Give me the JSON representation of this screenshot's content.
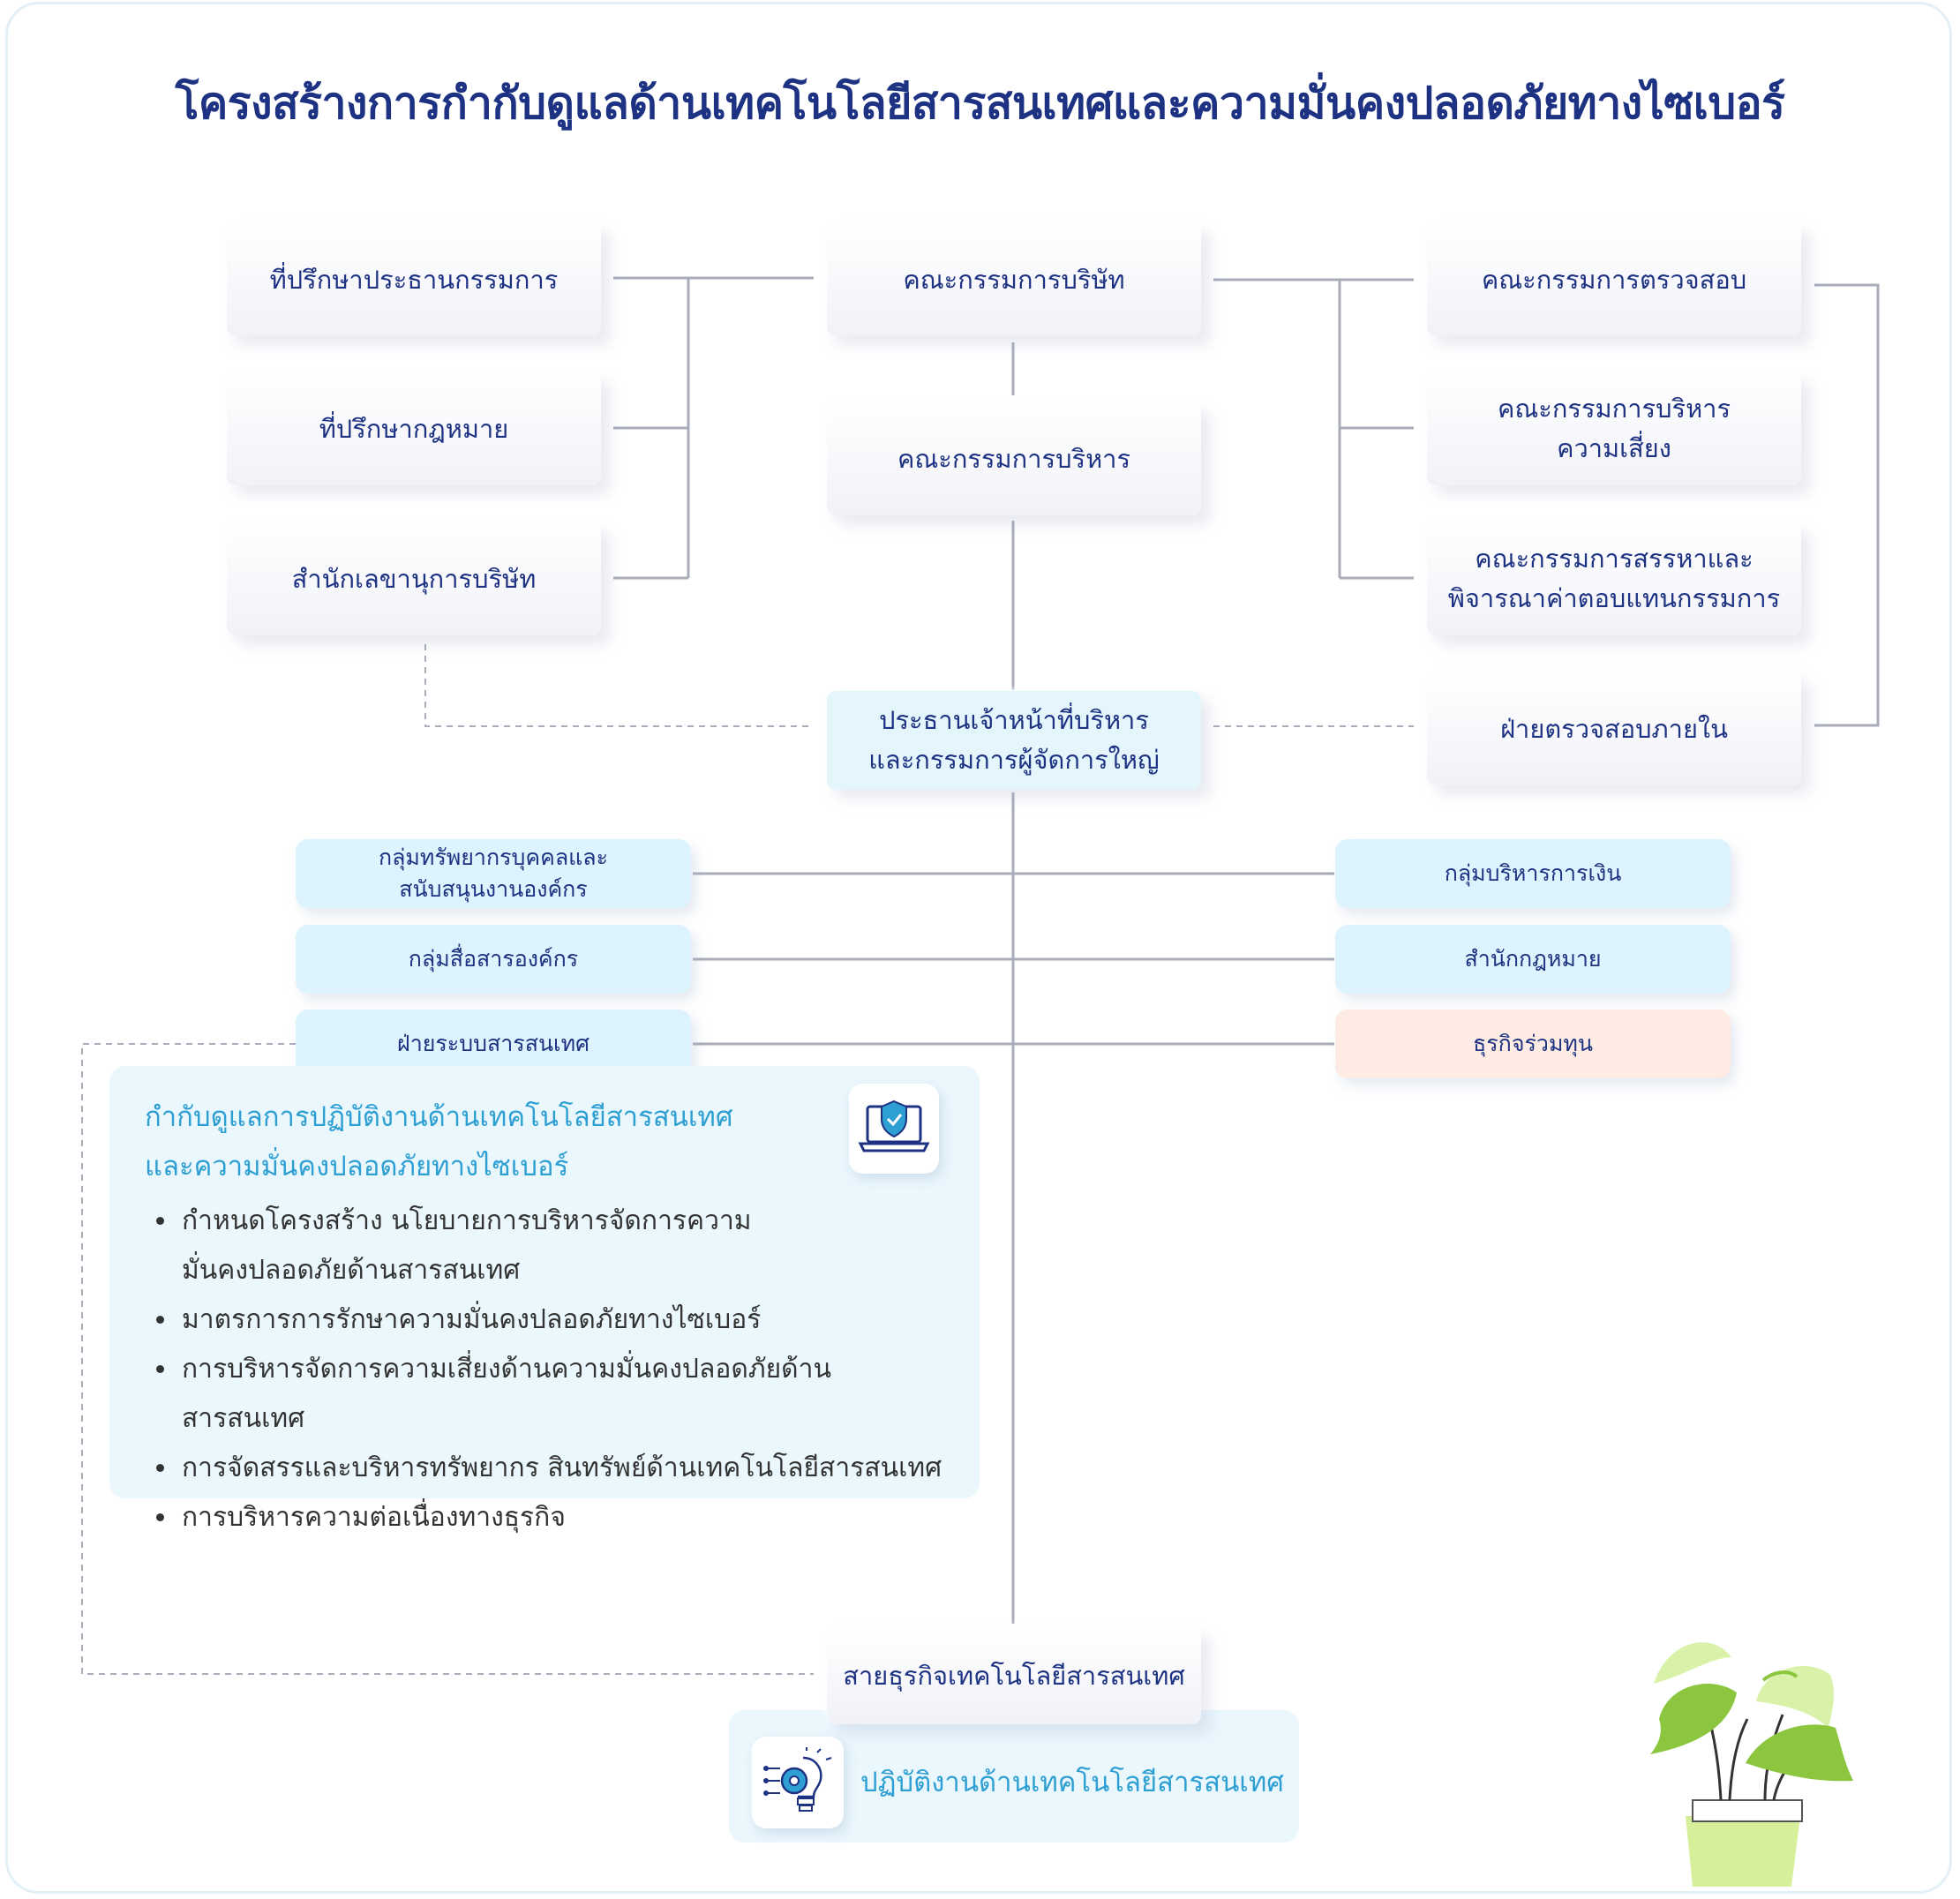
{
  "title": "โครงสร้างการกำกับดูแลด้านเทคโนโลยีสารสนเทศและความมั่นคงปลอดภัยทางไซเบอร์",
  "board_advisors": [
    "ที่ปรึกษาประธานกรรมการ",
    "ที่ปรึกษากฎหมาย",
    "สำนักเลขานุการบริษัท"
  ],
  "center": {
    "board": "คณะกรรมการบริษัท",
    "executive_committee": "คณะกรรมการบริหาร",
    "ceo_line1": "ประธานเจ้าหน้าที่บริหาร",
    "ceo_line2": "และกรรมการผู้จัดการใหญ่",
    "it_business": "สายธุรกิจเทคโนโลยีสารสนเทศ"
  },
  "committees": {
    "audit": "คณะกรรมการตรวจสอบ",
    "risk_line1": "คณะกรรมการบริหาร",
    "risk_line2": "ความเสี่ยง",
    "nomination_line1": "คณะกรรมการสรรหาและ",
    "nomination_line2": "พิจารณาค่าตอบแทนกรรมการ",
    "internal_audit": "ฝ่ายตรวจสอบภายใน"
  },
  "left_groups": {
    "hr_line1": "กลุ่มทรัพยากรบุคคลและ",
    "hr_line2": "สนับสนุนงานองค์กร",
    "comm": "กลุ่มสื่อสารองค์กร",
    "it_dept": "ฝ่ายระบบสารสนเทศ"
  },
  "right_groups": {
    "finance": "กลุ่มบริหารการเงิน",
    "legal": "สำนักกฎหมาย",
    "jv": "ธุรกิจร่วมทุน"
  },
  "panel": {
    "title_line1": "กำกับดูแลการปฏิบัติงานด้านเทคโนโลยีสารสนเทศ",
    "title_line2": "และความมั่นคงปลอดภัยทางไซเบอร์",
    "bullets": [
      "กำหนดโครงสร้าง นโยบายการบริหารจัดการความมั่นคงปลอดภัยด้านสารสนเทศ",
      "มาตรการการรักษาความมั่นคงปลอดภัยทางไซเบอร์",
      "การบริหารจัดการความเสี่ยงด้านความมั่นคงปลอดภัยด้านสารสนเทศ",
      "การจัดสรรและบริหารทรัพยากร สินทรัพย์ด้านเทคโนโลยีสารสนเทศ",
      "การบริหารความต่อเนื่องทางธุรกิจ"
    ],
    "icon": "shield-laptop-icon"
  },
  "it_ops": {
    "label": "ปฏิบัติงานด้านเทคโนโลยีสารสนเทศ",
    "icon": "lightbulb-gear-icon"
  },
  "decoration": "potted-plant-icon",
  "colors": {
    "title": "#1d3282",
    "accent": "#2e9fd3",
    "pill": "#ddf3fd",
    "peach": "#fdebe4",
    "panel": "#eaf7fd",
    "line": "#a9adba"
  }
}
